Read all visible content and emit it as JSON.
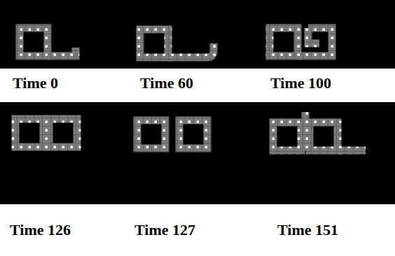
{
  "diagram": {
    "labels": [
      "Time 0",
      "Time 60",
      "Time 100",
      "Time 126",
      "Time 127",
      "Time 151"
    ]
  }
}
